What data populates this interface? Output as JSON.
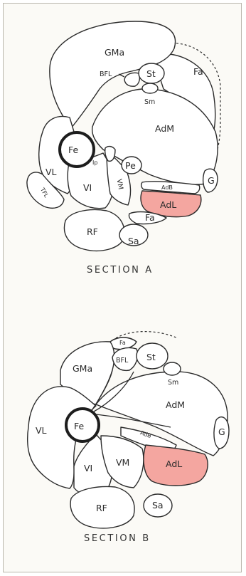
{
  "section_a": {
    "caption": "SECTION A",
    "highlight_color": "#f4a6a0",
    "labels": {
      "gma": "GMa",
      "bfl": "BFL",
      "st": "St",
      "fa_top": "Fa",
      "sm": "Sm",
      "adm": "AdM",
      "fe": "Fe",
      "ip": "Ip",
      "pe": "Pe",
      "vm": "VM",
      "vl": "VL",
      "vi": "VI",
      "tfl": "TFL",
      "adb": "AdB",
      "g": "G",
      "adl": "AdL",
      "fa_low": "Fa",
      "rf": "RF",
      "sa": "Sa"
    }
  },
  "section_b": {
    "caption": "SECTION B",
    "highlight_color": "#f4a6a0",
    "labels": {
      "fa": "Fa",
      "bfl": "BFL",
      "st": "St",
      "gma": "GMa",
      "sm": "Sm",
      "adm": "AdM",
      "vl": "VL",
      "fe": "Fe",
      "adb": "AdB",
      "g": "G",
      "vi": "VI",
      "vm": "VM",
      "adl": "AdL",
      "rf": "RF",
      "sa": "Sa"
    }
  }
}
